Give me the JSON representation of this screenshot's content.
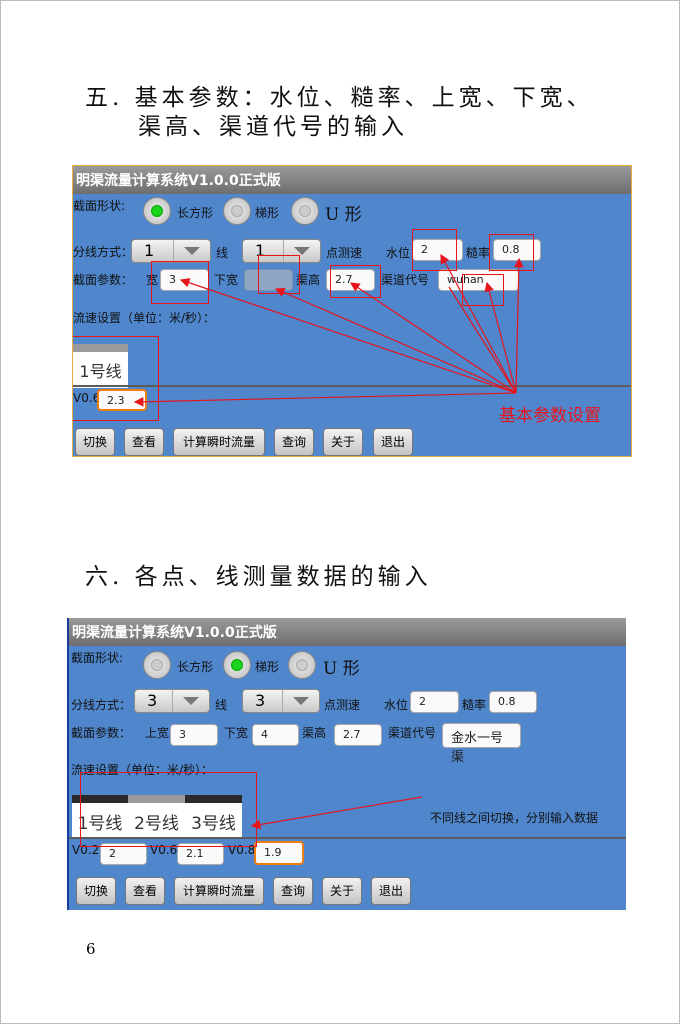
{
  "section5": {
    "heading_line1": "五. 基本参数：水位、糙率、上宽、下宽、",
    "heading_line2": "渠高、渠道代号的输入"
  },
  "section6": {
    "heading": "六. 各点、线测量数据的输入"
  },
  "page_number": "6",
  "app_title": "明渠流量计算系统V1.0.0正式版",
  "labels": {
    "shape": "截面形状:",
    "rect": "长方形",
    "trap": "梯形",
    "u": "U 形",
    "split": "分线方式：",
    "line": "线",
    "point": "点测速",
    "water": "水位",
    "rough": "糙率",
    "params": "截面参数：",
    "top_w": "上宽",
    "top_w_cropped": "宽",
    "bottom_w": "下宽",
    "height": "渠高",
    "code": "渠道代号",
    "flow": "流速设置（单位：米/秒）："
  },
  "buttons": [
    "切换",
    "查看",
    "计算瞬时流量",
    "查询",
    "关于",
    "退出"
  ],
  "screen1": {
    "shape_selected": "长方形",
    "lines": "1",
    "points": "1",
    "water_level": "2",
    "roughness": "0.8",
    "top_width": "3",
    "bottom_width": "",
    "channel_height": "2.7",
    "channel_code": "wuhan",
    "tabs": [
      "1号线"
    ],
    "v_label": "V0.6",
    "v_value": "2.3",
    "annotation": "基本参数设置"
  },
  "screen2": {
    "shape_selected": "梯形",
    "lines": "3",
    "points": "3",
    "water_level": "2",
    "roughness": "0.8",
    "top_width": "3",
    "bottom_width": "4",
    "channel_height": "2.7",
    "channel_code": "金水一号渠",
    "tabs": [
      "1号线",
      "2号线",
      "3号线"
    ],
    "velocities": [
      {
        "label": "V0.2",
        "value": "2"
      },
      {
        "label": "V0.6",
        "value": "2.1"
      },
      {
        "label": "V0.8",
        "value": "1.9"
      }
    ],
    "annotation": "不同线之间切换，分别输入数据"
  },
  "colors": {
    "screen_bg": "#4f86cc",
    "annotation": "#e8141c",
    "focus": "#f07d10"
  }
}
